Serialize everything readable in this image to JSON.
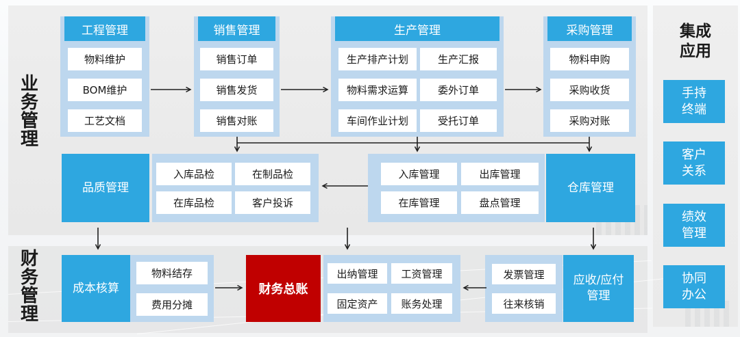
{
  "labels": {
    "business": "业务管理",
    "finance": "财务管理"
  },
  "top_groups": [
    {
      "header": "工程管理",
      "items": [
        "物料维护",
        "BOM维护",
        "工艺文档"
      ]
    },
    {
      "header": "销售管理",
      "items": [
        "销售订单",
        "销售发货",
        "销售对账"
      ]
    },
    {
      "header": "生产管理",
      "col1": [
        "生产排产计划",
        "物料需求运算",
        "车间作业计划"
      ],
      "col2": [
        "生产汇报",
        "委外订单",
        "受托订单"
      ]
    },
    {
      "header": "采购管理",
      "items": [
        "物料申购",
        "采购收货",
        "采购对账"
      ]
    }
  ],
  "middle": {
    "quality_label": "品质管理",
    "quality_items": [
      "入库品检",
      "在制品检",
      "在库品检",
      "客户投诉"
    ],
    "warehouse_items": [
      "入库管理",
      "出库管理",
      "在库管理",
      "盘点管理"
    ],
    "warehouse_label": "仓库管理"
  },
  "bottom": {
    "cost_label": "成本核算",
    "cost_items": [
      "物料结存",
      "费用分摊"
    ],
    "ledger_label": "财务总账",
    "finance_items": [
      "出纳管理",
      "工资管理",
      "固定资产",
      "账务处理"
    ],
    "invoice_items": [
      "发票管理",
      "往来核销"
    ],
    "arap_lines": [
      "应收/应付",
      "管理"
    ]
  },
  "integration": {
    "title_lines": [
      "集成",
      "应用"
    ],
    "items_lines": [
      [
        "手持",
        "终端"
      ],
      [
        "客户",
        "关系"
      ],
      [
        "绩效",
        "管理"
      ],
      [
        "协同",
        "办公"
      ]
    ]
  },
  "colors": {
    "blue": "#2ea7e0",
    "light_blue": "#bdd7ee",
    "red": "#c00000",
    "panel": "#e9e9e9",
    "arrow": "#1f1f1f"
  }
}
